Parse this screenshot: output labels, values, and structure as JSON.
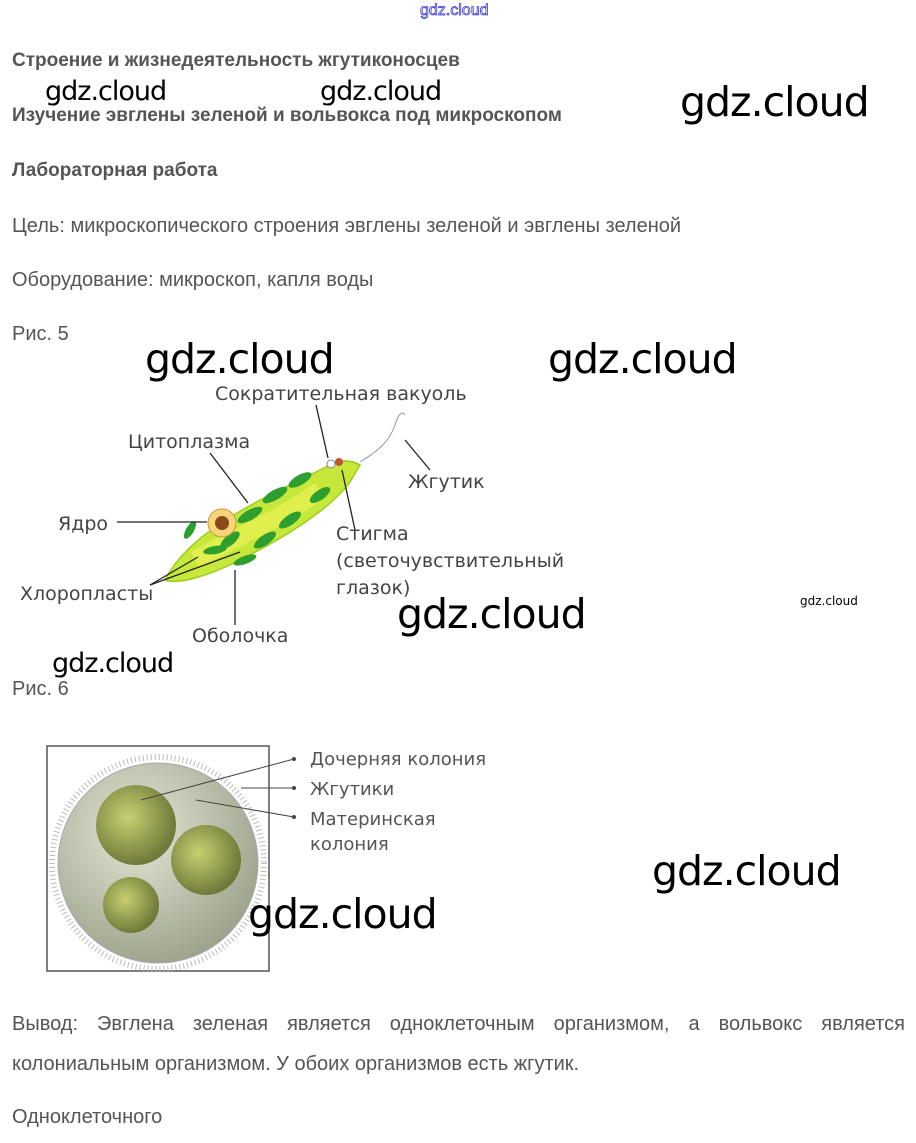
{
  "top_link": "gdz.cloud",
  "headings": [
    "Строение и жизнедеятельность жгутиконосцев",
    "Изучение эвглены зеленой и вольвокса под микроскопом",
    "Лабораторная работа"
  ],
  "goal": "Цель: микроскопического строения эвглены зеленой и эвглены зеленой",
  "equipment": "Оборудование: микроскоп, капля воды",
  "figure5": {
    "caption": "Рис. 5",
    "labels": {
      "vacuole": "Сократительная вакуоль",
      "cytoplasm": "Цитоплазма",
      "flagellum": "Жгутик",
      "nucleus": "Ядро",
      "stigma": "Стигма",
      "stigma_desc1": "(светочувствительный",
      "stigma_desc2": "глазок)",
      "chloroplasts": "Хлоропласты",
      "membrane": "Оболочка"
    }
  },
  "figure6": {
    "caption": "Рис. 6",
    "labels": {
      "daughter": "Дочерняя колония",
      "flagella": "Жгутики",
      "mother1": "Материнская",
      "mother2": "колония"
    }
  },
  "conclusion": "Вывод: Эвглена зеленая является одноклеточным организмом, а вольвокс является колониальным организмом. У обоих организмов есть жгутик.",
  "answer": "Одноклеточного",
  "watermark": "gdz.cloud"
}
